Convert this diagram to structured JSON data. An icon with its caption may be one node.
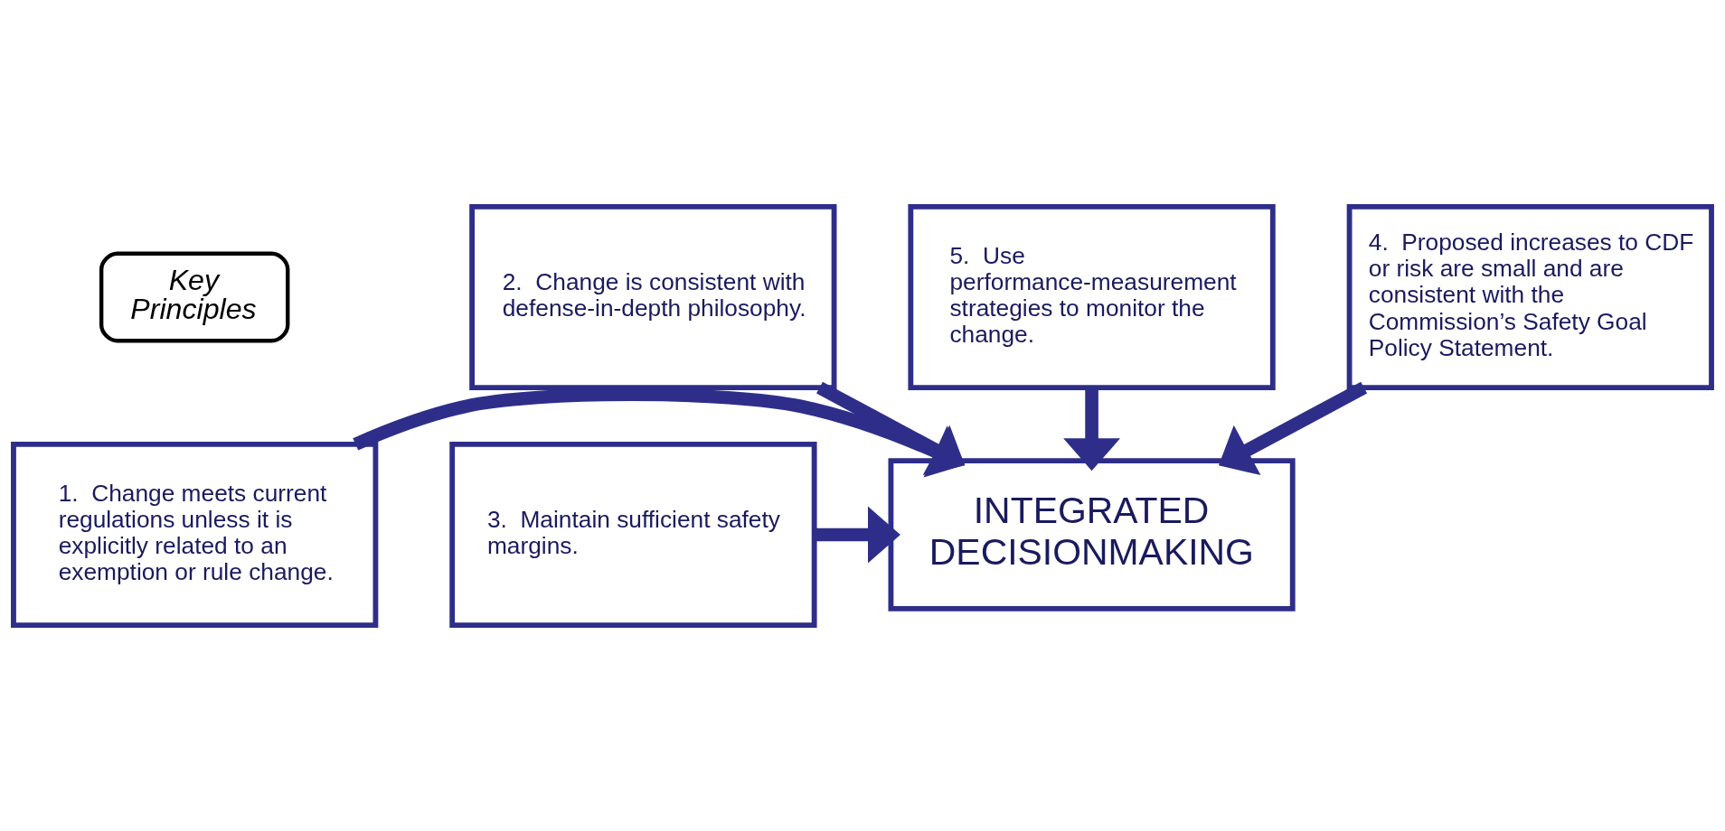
{
  "diagram": {
    "nodes": [
      {
        "text": [
          "Key Principles"
        ]
      },
      {
        "text": [
          "2.  Change is consistent with defense-in-depth philosophy."
        ]
      },
      {
        "text": [
          "1.  Change meets current regulations unless it is explicitly related to an exemption or rule change."
        ]
      },
      {
        "text": [
          "INTEGRATED DECISIONMAKING"
        ]
      },
      {
        "text": [
          "3.  Maintain sufficient safety margins."
        ]
      },
      {
        "text": [
          "5.  Use performance-measurement strategies to monitor the change."
        ]
      },
      {
        "text": [
          "4.  Proposed increases to CDF or risk are small and are consistent with the Commission’s Safety Goal Policy Statement."
        ]
      }
    ],
    "edges": [
      {
        "from": 1,
        "to": 3,
        "arrow": "to"
      },
      {
        "from": 2,
        "to": 3,
        "arrow": "to"
      },
      {
        "from": 4,
        "to": 3,
        "arrow": "to"
      },
      {
        "from": 5,
        "to": 3,
        "arrow": "to"
      },
      {
        "from": 6,
        "to": 3,
        "arrow": "to"
      }
    ]
  }
}
